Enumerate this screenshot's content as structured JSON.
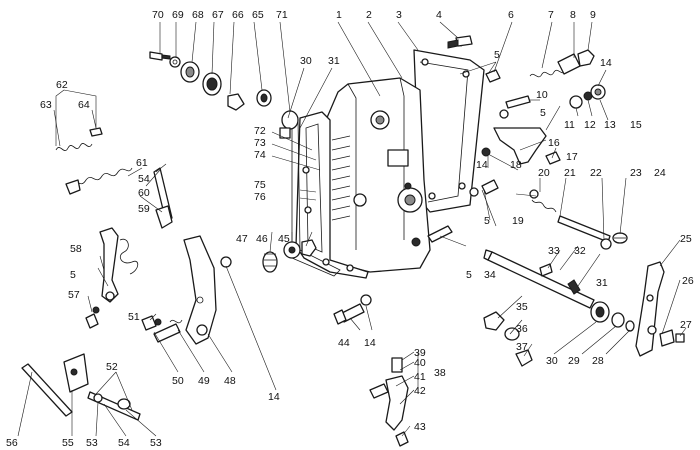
{
  "callouts": {
    "n1": "1",
    "n2": "2",
    "n3": "3",
    "n4": "4",
    "n5": "5",
    "n6": "6",
    "n7": "7",
    "n8": "8",
    "n9": "9",
    "n10": "10",
    "n11": "11",
    "n12": "12",
    "n13": "13",
    "n14": "14",
    "n15": "15",
    "n16": "16",
    "n17": "17",
    "n18": "18",
    "n19": "19",
    "n20": "20",
    "n21": "21",
    "n22": "22",
    "n23": "23",
    "n24": "24",
    "n25": "25",
    "n26": "26",
    "n27": "27",
    "n28": "28",
    "n29": "29",
    "n30": "30",
    "n31": "31",
    "n32": "32",
    "n33": "33",
    "n34": "34",
    "n35": "35",
    "n36": "36",
    "n37": "37",
    "n38": "38",
    "n39": "39",
    "n40": "40",
    "n41": "41",
    "n42": "42",
    "n43": "43",
    "n44": "44",
    "n45": "45",
    "n46": "46",
    "n47": "47",
    "n48": "48",
    "n49": "49",
    "n50": "50",
    "n51": "51",
    "n52": "52",
    "n53": "53",
    "n54": "54",
    "n55": "55",
    "n56": "56",
    "n57": "57",
    "n58": "58",
    "n59": "59",
    "n60": "60",
    "n61": "61",
    "n62": "62",
    "n63": "63",
    "n64": "64",
    "n65": "65",
    "n66": "66",
    "n67": "67",
    "n68": "68",
    "n69": "69",
    "n70": "70",
    "n71": "71",
    "n72": "72",
    "n73": "73",
    "n74": "74",
    "n75": "75",
    "n76": "76"
  },
  "colors": {
    "ink": "#1a1a1a",
    "paper": "#ffffff"
  }
}
